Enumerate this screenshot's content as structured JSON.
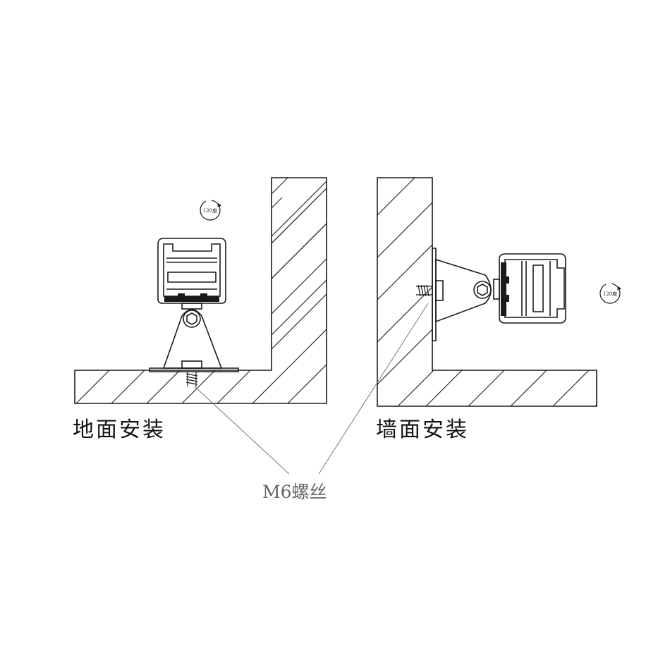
{
  "labels": {
    "floor_install": "地面安装",
    "wall_install": "墙面安装",
    "screw": "M6螺丝",
    "rotation": "120度"
  },
  "icons": [
    "rotation-arrow-icon",
    "hex-bolt-icon"
  ],
  "colors": {
    "line": "#1a1a1a",
    "leader": "#777777",
    "label_gray": "#666666"
  }
}
